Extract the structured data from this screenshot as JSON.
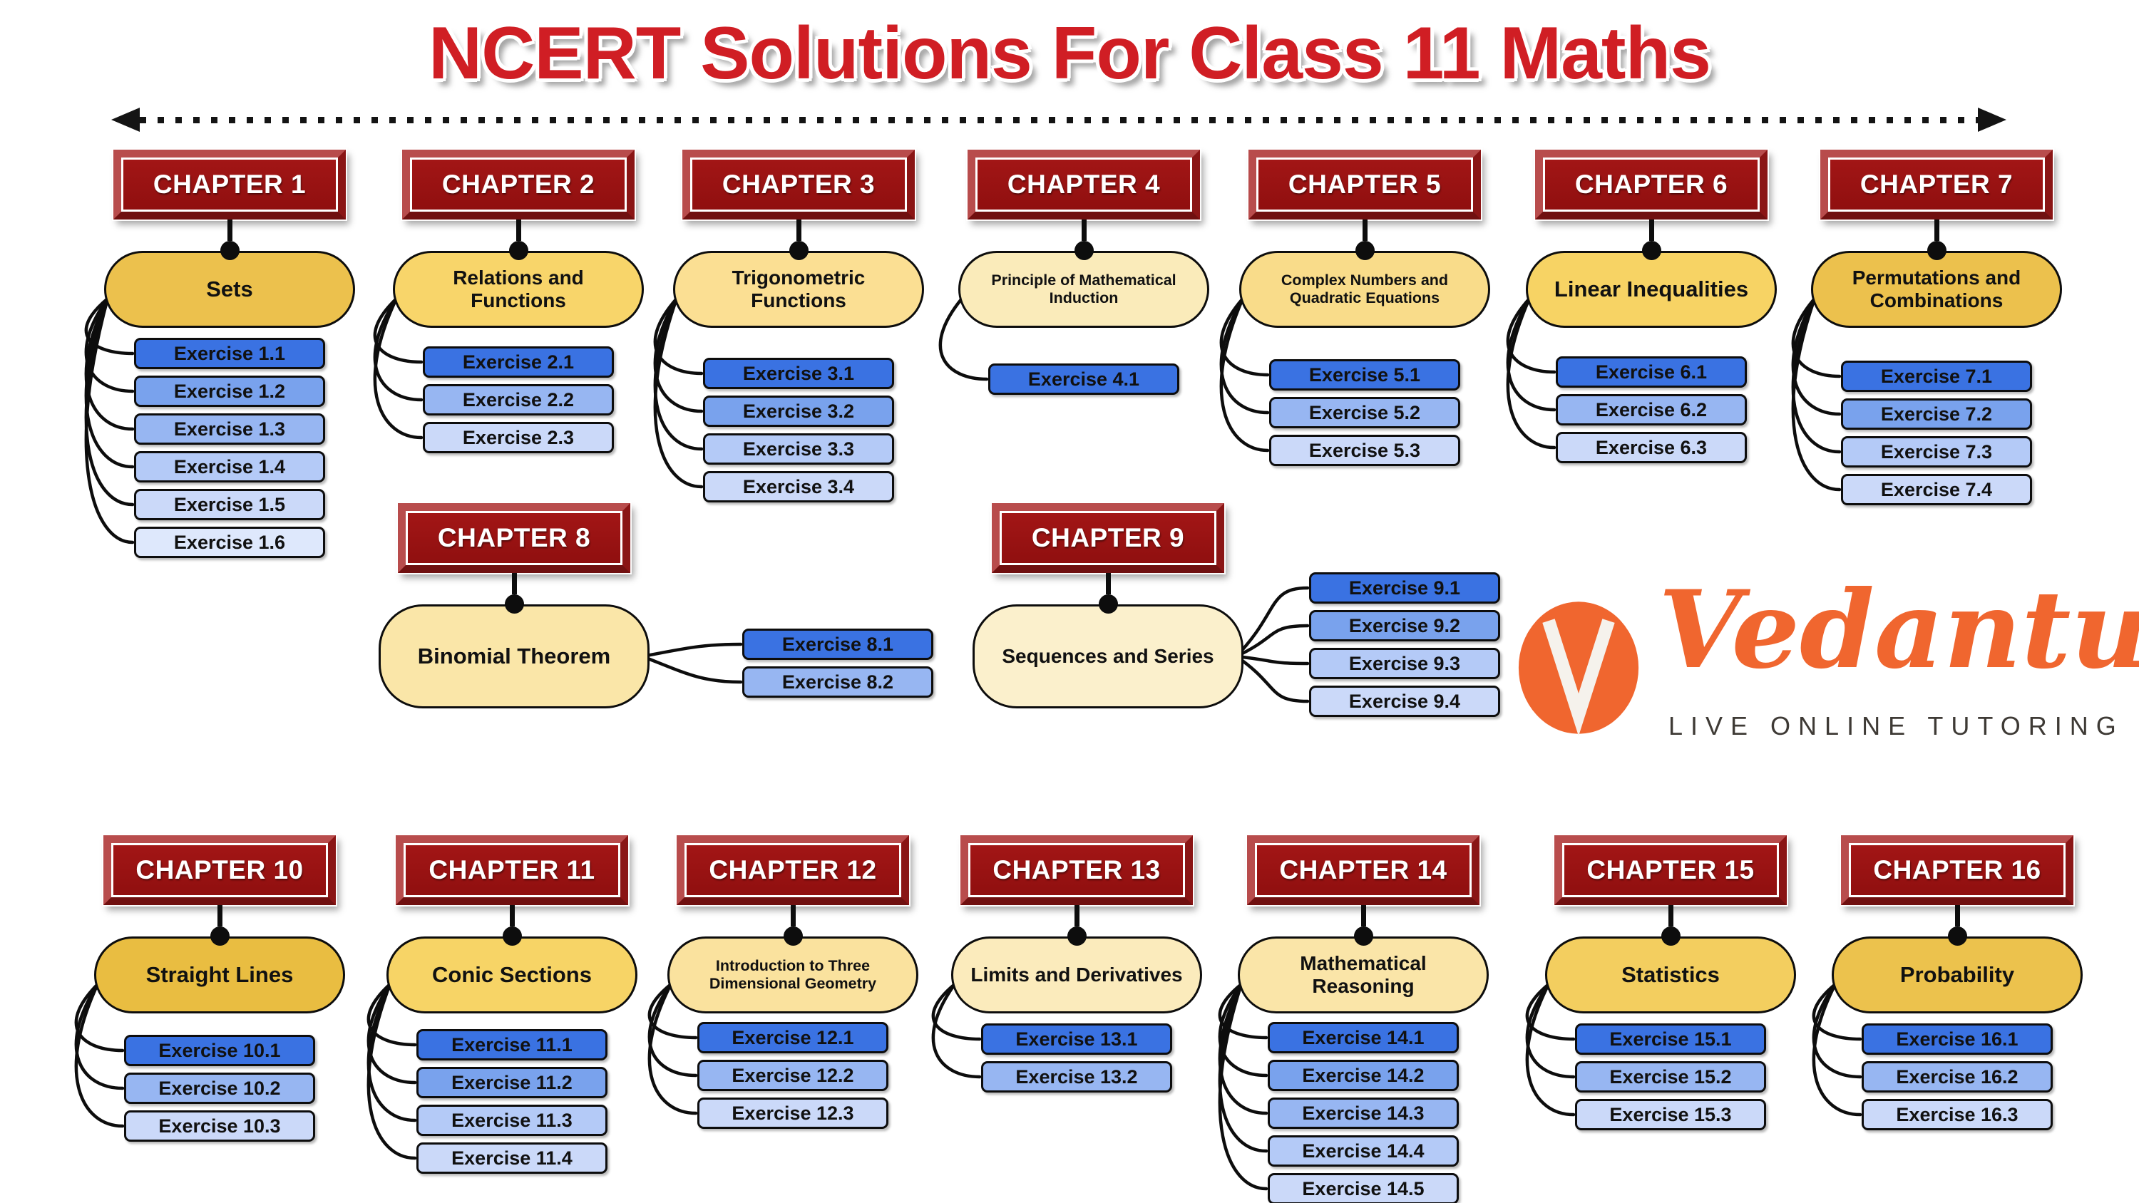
{
  "title": "NCERT Solutions For Class 11 Maths",
  "logo": {
    "brand": "Vedantu",
    "tagline": "LIVE ONLINE TUTORING"
  },
  "colors": {
    "title_red": "#D01E24",
    "chapter_box_red": "#9D1212",
    "connector_black": "#0d0d0d",
    "logo_orange": "#F0662F",
    "tagline_gray": "#3E3A35",
    "exercise_ramp": [
      "#3A72E2",
      "#79A2ED",
      "#97B6F2",
      "#B4CAF7",
      "#CBD9F9",
      "#DEE8FC"
    ]
  },
  "layout": {
    "exercises_right_of_topic": [
      8,
      9
    ]
  },
  "chapters": [
    {
      "num": 1,
      "label": "CHAPTER 1",
      "topic": "Sets",
      "topic_color": "#ECC14D",
      "exercises": [
        "Exercise 1.1",
        "Exercise 1.2",
        "Exercise 1.3",
        "Exercise 1.4",
        "Exercise 1.5",
        "Exercise 1.6"
      ]
    },
    {
      "num": 2,
      "label": "CHAPTER 2",
      "topic": "Relations and Functions",
      "topic_color": "#F8D56A",
      "exercises": [
        "Exercise 2.1",
        "Exercise 2.2",
        "Exercise 2.3"
      ]
    },
    {
      "num": 3,
      "label": "CHAPTER 3",
      "topic": "Trigonometric Functions",
      "topic_color": "#FBDF93",
      "exercises": [
        "Exercise 3.1",
        "Exercise 3.2",
        "Exercise 3.3",
        "Exercise 3.4"
      ]
    },
    {
      "num": 4,
      "label": "CHAPTER 4",
      "topic": "Principle of Mathematical Induction",
      "topic_color": "#FAEBBA",
      "exercises": [
        "Exercise 4.1"
      ]
    },
    {
      "num": 5,
      "label": "CHAPTER 5",
      "topic": "Complex Numbers and Quadratic Equations",
      "topic_color": "#F9DC8A",
      "exercises": [
        "Exercise 5.1",
        "Exercise 5.2",
        "Exercise 5.3"
      ]
    },
    {
      "num": 6,
      "label": "CHAPTER 6",
      "topic": "Linear Inequalities",
      "topic_color": "#F7D364",
      "exercises": [
        "Exercise 6.1",
        "Exercise 6.2",
        "Exercise 6.3"
      ]
    },
    {
      "num": 7,
      "label": "CHAPTER 7",
      "topic": "Permutations and Combinations",
      "topic_color": "#ECC14D",
      "exercises": [
        "Exercise 7.1",
        "Exercise 7.2",
        "Exercise 7.3",
        "Exercise 7.4"
      ]
    },
    {
      "num": 8,
      "label": "CHAPTER 8",
      "topic": "Binomial Theorem",
      "topic_color": "#FAE6A8",
      "exercises": [
        "Exercise 8.1",
        "Exercise 8.2"
      ]
    },
    {
      "num": 9,
      "label": "CHAPTER 9",
      "topic": "Sequences and Series",
      "topic_color": "#FBF0CC",
      "exercises": [
        "Exercise 9.1",
        "Exercise 9.2",
        "Exercise 9.3",
        "Exercise 9.4"
      ]
    },
    {
      "num": 10,
      "label": "CHAPTER 10",
      "topic": "Straight Lines",
      "topic_color": "#E9BD41",
      "exercises": [
        "Exercise 10.1",
        "Exercise 10.2",
        "Exercise 10.3"
      ]
    },
    {
      "num": 11,
      "label": "CHAPTER 11",
      "topic": "Conic Sections",
      "topic_color": "#F7D466",
      "exercises": [
        "Exercise 11.1",
        "Exercise 11.2",
        "Exercise 11.3",
        "Exercise 11.4"
      ]
    },
    {
      "num": 12,
      "label": "CHAPTER 12",
      "topic": "Introduction to Three Dimensional Geometry",
      "topic_color": "#FAE29E",
      "exercises": [
        "Exercise 12.1",
        "Exercise 12.2",
        "Exercise 12.3"
      ]
    },
    {
      "num": 13,
      "label": "CHAPTER 13",
      "topic": "Limits and Derivatives",
      "topic_color": "#FBEBBC",
      "exercises": [
        "Exercise 13.1",
        "Exercise 13.2"
      ]
    },
    {
      "num": 14,
      "label": "CHAPTER 14",
      "topic": "Mathematical Reasoning",
      "topic_color": "#FAE5A8",
      "exercises": [
        "Exercise 14.1",
        "Exercise 14.2",
        "Exercise 14.3",
        "Exercise 14.4",
        "Exercise 14.5"
      ]
    },
    {
      "num": 15,
      "label": "CHAPTER 15",
      "topic": "Statistics",
      "topic_color": "#F3CE5F",
      "exercises": [
        "Exercise 15.1",
        "Exercise 15.2",
        "Exercise 15.3"
      ]
    },
    {
      "num": 16,
      "label": "CHAPTER 16",
      "topic": "Probability",
      "topic_color": "#ECC24D",
      "exercises": [
        "Exercise 16.1",
        "Exercise 16.2",
        "Exercise 16.3"
      ]
    }
  ]
}
